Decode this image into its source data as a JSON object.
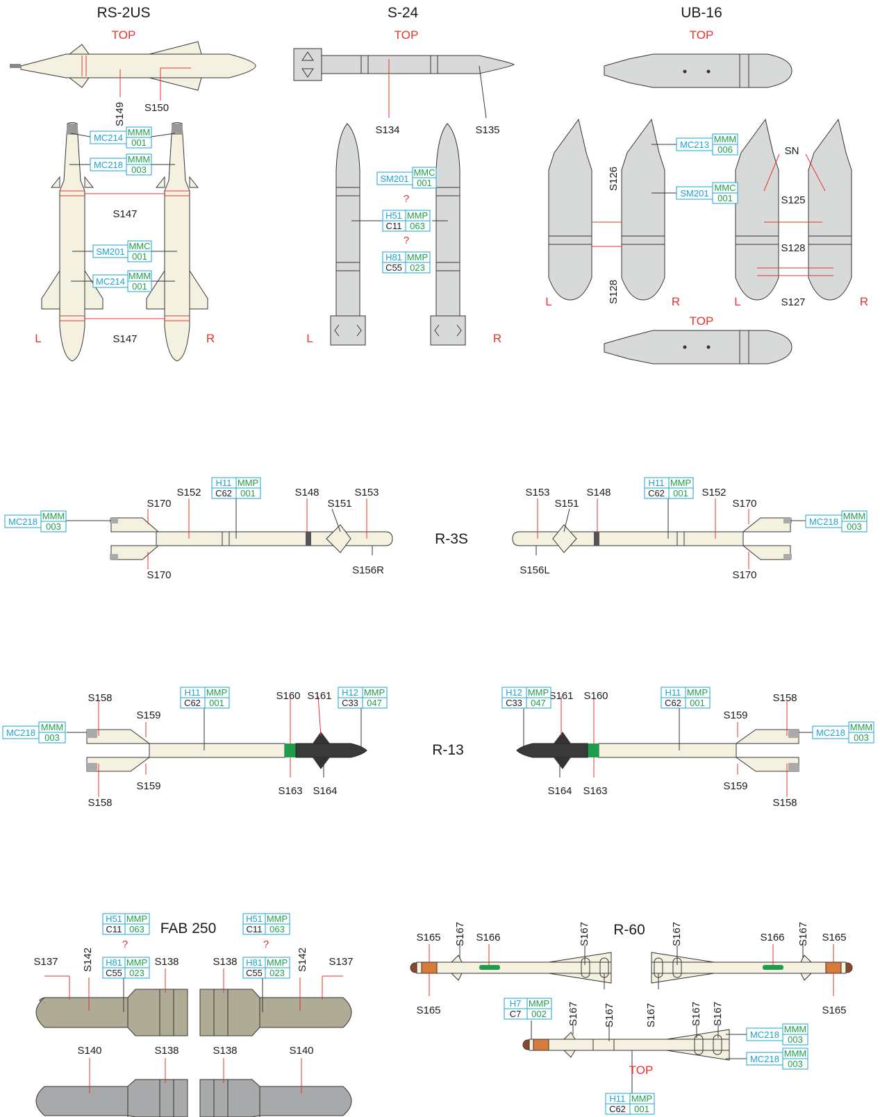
{
  "titles": {
    "rs2us": "RS-2US",
    "s24": "S-24",
    "ub16": "UB-16",
    "r3s": "R-3S",
    "r13": "R-13",
    "fab250": "FAB 250",
    "r60": "R-60"
  },
  "words": {
    "top": "TOP",
    "left": "L",
    "right": "R",
    "question": "?",
    "sn": "SN"
  },
  "labels": {
    "s149": "S149",
    "s150": "S150",
    "s147": "S147",
    "s134": "S134",
    "s135": "S135",
    "s126": "S126",
    "s128": "S128",
    "s125": "S125",
    "s127": "S127",
    "s152": "S152",
    "s170": "S170",
    "s148": "S148",
    "s151": "S151",
    "s153": "S153",
    "s156r": "S156R",
    "s156l": "S156L",
    "s158": "S158",
    "s159": "S159",
    "s160": "S160",
    "s161": "S161",
    "s163": "S163",
    "s164": "S164",
    "s137": "S137",
    "s142": "S142",
    "s138": "S138",
    "s140": "S140",
    "s165": "S165",
    "s166": "S166",
    "s167": "S167"
  },
  "codes": {
    "mc214": {
      "a": "MC214",
      "b": "MMM",
      "c": "001"
    },
    "mc218": {
      "a": "MC218",
      "b": "MMM",
      "c": "003"
    },
    "mc213": {
      "a": "MC213",
      "b": "MMM",
      "c": "006"
    },
    "sm201": {
      "a": "SM201",
      "b": "MMC",
      "c": "001"
    },
    "h51": {
      "a": "H51",
      "b": "MMP",
      "c": "C11",
      "d": "063"
    },
    "h81": {
      "a": "H81",
      "b": "MMP",
      "c": "C55",
      "d": "023"
    },
    "h11": {
      "a": "H11",
      "b": "MMP",
      "c": "C62",
      "d": "001"
    },
    "h12": {
      "a": "H12",
      "b": "MMP",
      "c": "C33",
      "d": "047"
    },
    "h7": {
      "a": "H7",
      "b": "MMP",
      "c": "C7",
      "d": "002"
    }
  },
  "colors": {
    "red": "#e8312a",
    "cyan": "#1aa3d4",
    "green": "#1e9e4a",
    "cream": "#f4f1e1",
    "grey": "#d8d9d9",
    "khaki": "#b0ab95",
    "darkgrey": "#a7a9aa"
  }
}
